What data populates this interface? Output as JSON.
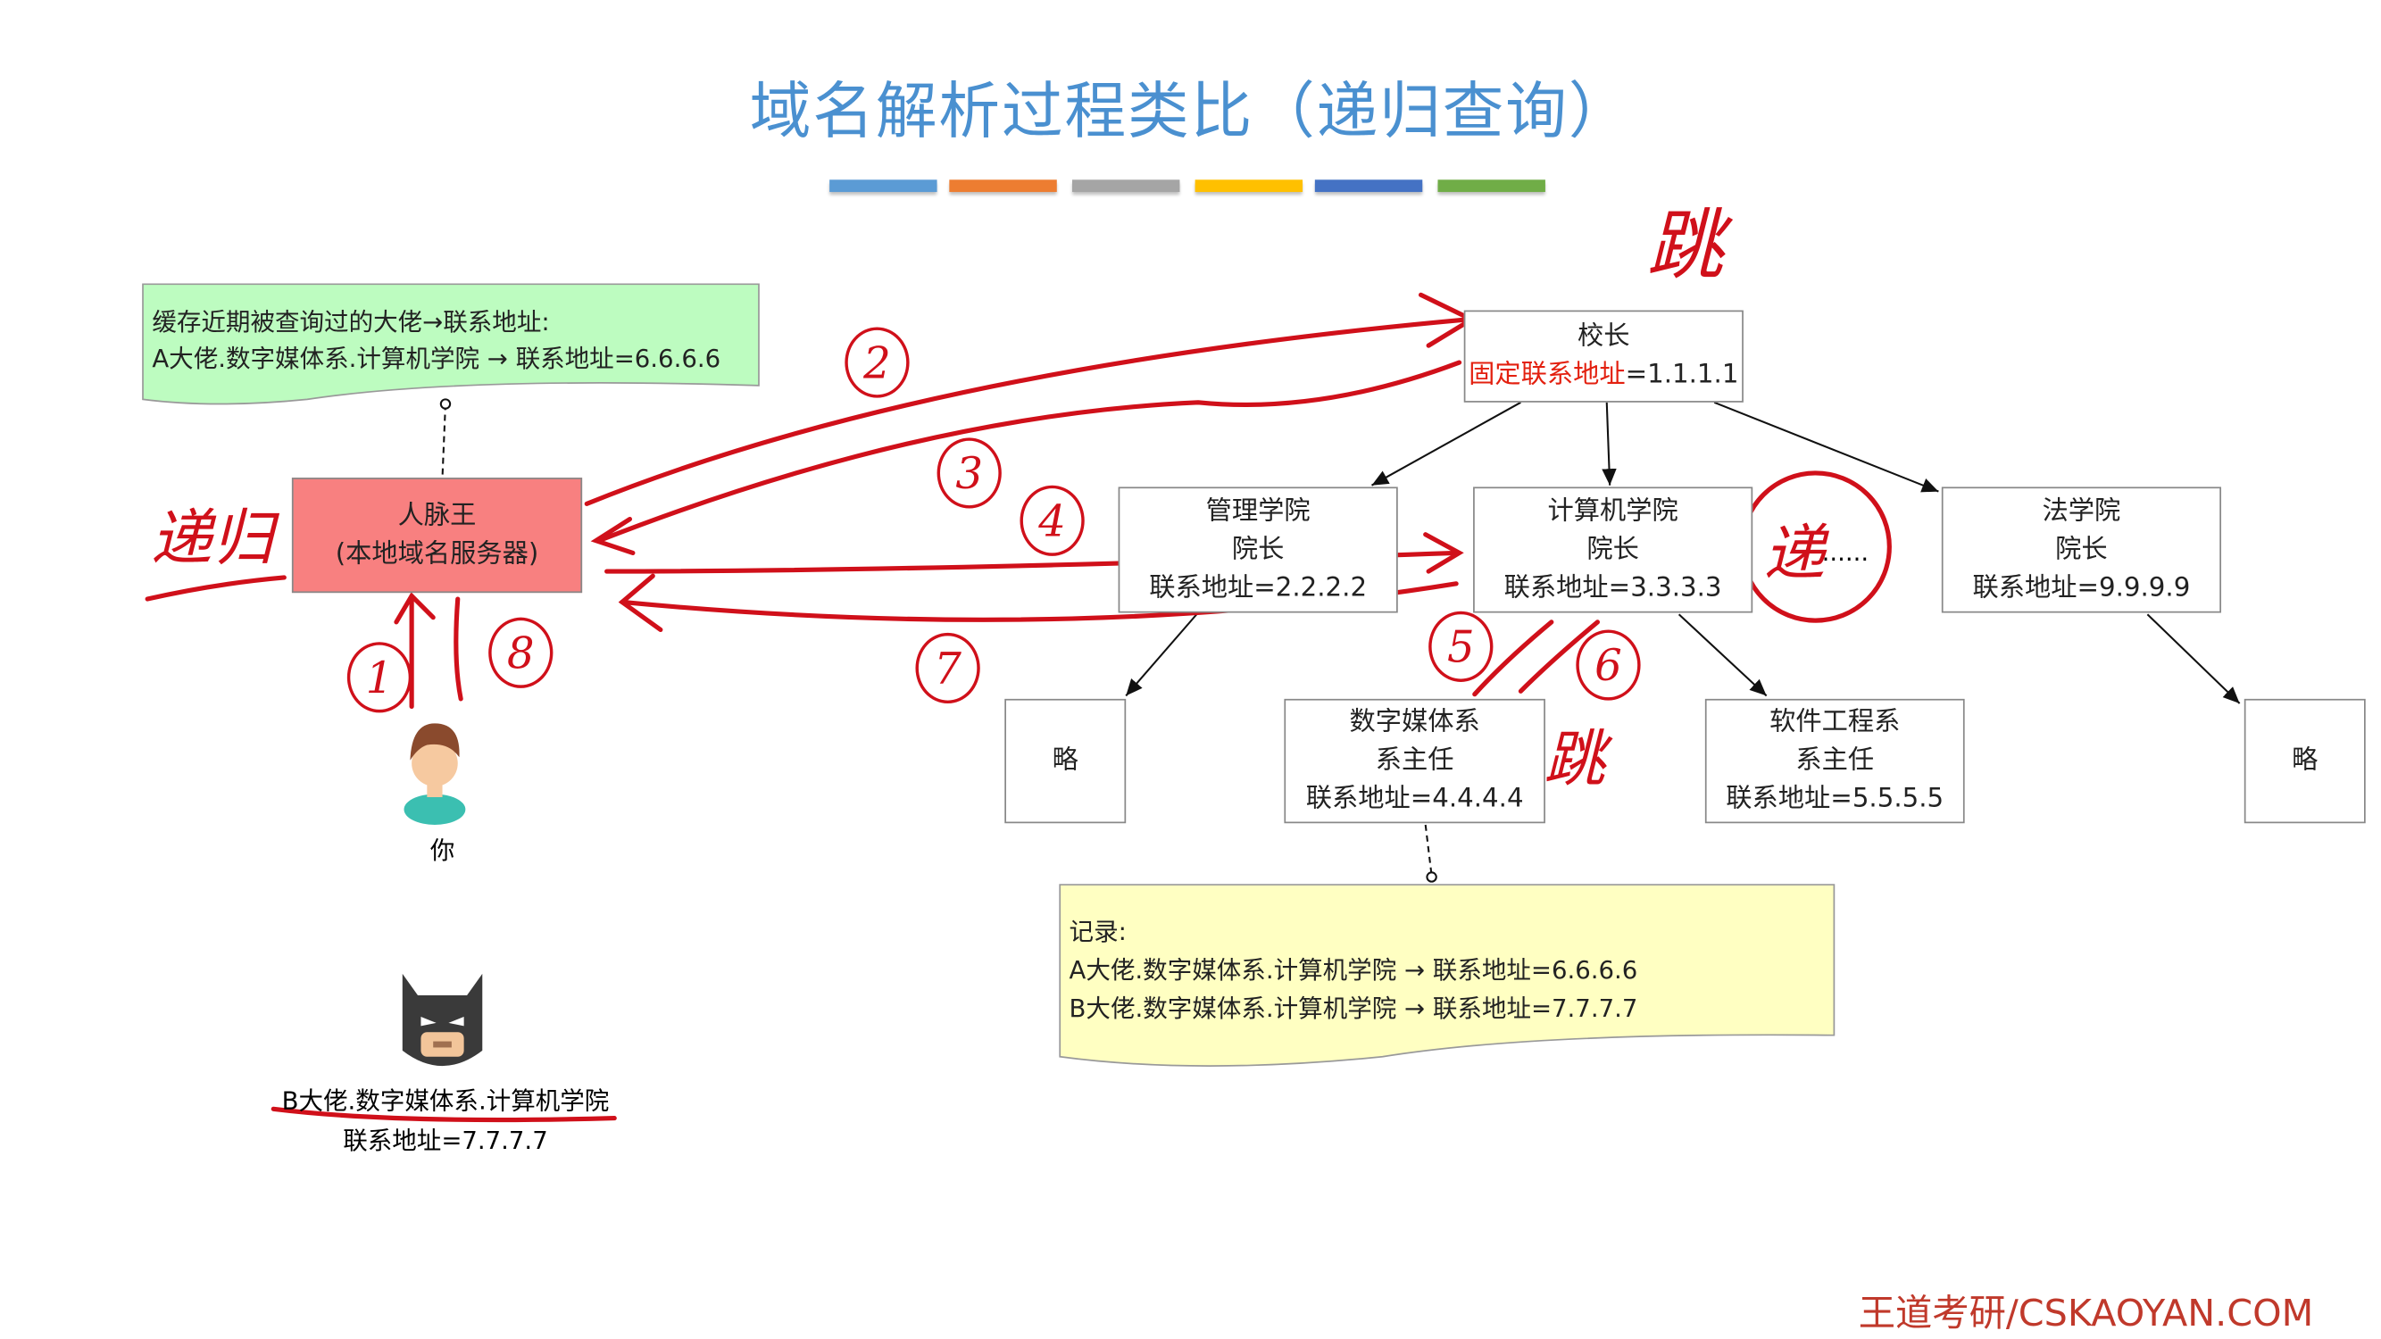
{
  "title": "域名解析过程类比（递归查询）",
  "color_bars": [
    "#5b9bd5",
    "#ed7d31",
    "#a5a5a5",
    "#ffc000",
    "#4472c4",
    "#70ad47"
  ],
  "cache_note": {
    "line1": "缓存近期被查询过的大佬→联系地址:",
    "line2": "A大佬.数字媒体系.计算机学院 → 联系地址=6.6.6.6"
  },
  "local_server": {
    "line1": "人脉王",
    "line2": "(本地域名服务器)"
  },
  "you_label": "你",
  "root": {
    "line1": "校长",
    "line2_red": "固定联系地址",
    "line2_rest": "=1.1.1.1"
  },
  "colleges": [
    {
      "name": "管理学院",
      "role": "院长",
      "addr": "联系地址=2.2.2.2"
    },
    {
      "name": "计算机学院",
      "role": "院长",
      "addr": "联系地址=3.3.3.3"
    },
    {
      "name": "法学院",
      "role": "院长",
      "addr": "联系地址=9.9.9.9"
    }
  ],
  "departments": [
    {
      "text": "略"
    },
    {
      "name": "数字媒体系",
      "role": "系主任",
      "addr": "联系地址=4.4.4.4"
    },
    {
      "name": "软件工程系",
      "role": "系主任",
      "addr": "联系地址=5.5.5.5"
    },
    {
      "text": "略"
    }
  ],
  "ellipsis": "......",
  "record_note": {
    "line1": "记录:",
    "line2": "A大佬.数字媒体系.计算机学院 → 联系地址=6.6.6.6",
    "line3": "B大佬.数字媒体系.计算机学院 → 联系地址=7.7.7.7"
  },
  "target": {
    "line1": "B大佬.数字媒体系.计算机学院",
    "line2": "联系地址=7.7.7.7"
  },
  "annotations": {
    "recursion": "递归",
    "top": "跳",
    "mid": "递",
    "low": "跳",
    "steps": [
      "1",
      "2",
      "3",
      "4",
      "5",
      "6",
      "7",
      "8"
    ]
  },
  "footer": "王道考研/CSKAOYAN.COM"
}
